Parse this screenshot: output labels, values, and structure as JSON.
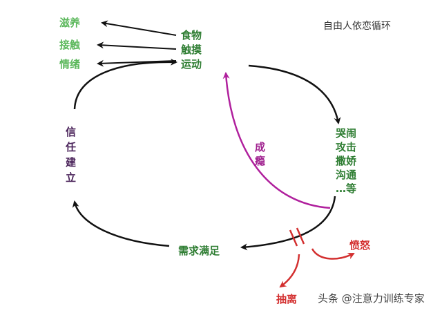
{
  "title": "自由人依恋循环",
  "needs": [
    "滋养",
    "接触",
    "情绪"
  ],
  "providers": [
    "食物",
    "触摸",
    "运动"
  ],
  "behaviors": [
    "哭闹",
    "攻击",
    "撒娇",
    "沟通",
    "…等"
  ],
  "satisfied": "需求满足",
  "trust": [
    "信",
    "任",
    "建",
    "立"
  ],
  "addiction": [
    "成",
    "瘾"
  ],
  "outcomes": {
    "anger": "愤怒",
    "withdraw": "抽离"
  },
  "watermark": "头条 @注意力训练专家",
  "colors": {
    "light_green": "#5cb85c",
    "dark_green": "#2e7d32",
    "purple": "#4a235a",
    "magenta": "#b0209d",
    "red": "#d32f2f"
  }
}
